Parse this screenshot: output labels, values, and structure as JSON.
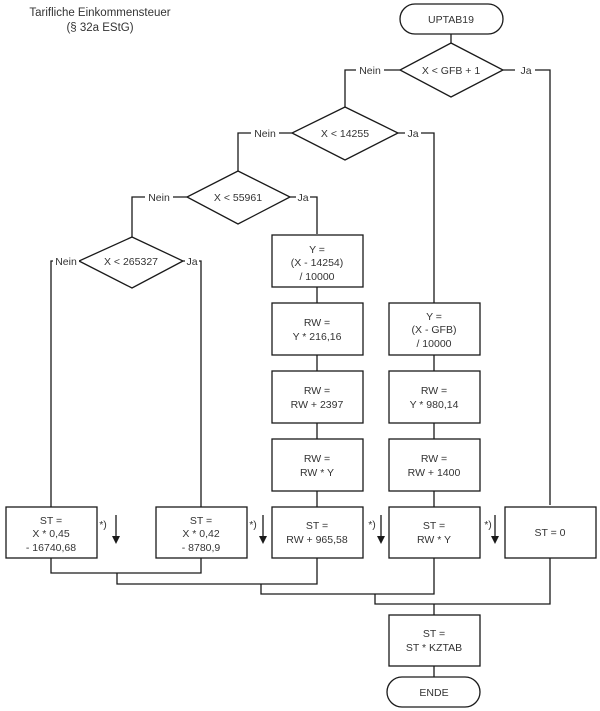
{
  "title": {
    "line1": "Tarifliche Einkommensteuer",
    "line2": "(§ 32a EStG)"
  },
  "terminals": {
    "start": "UPTAB19",
    "end": "ENDE"
  },
  "decisions": [
    {
      "id": "d1",
      "condition": "X < GFB + 1",
      "no_label": "Nein",
      "yes_label": "Ja"
    },
    {
      "id": "d2",
      "condition": "X < 14255",
      "no_label": "Nein",
      "yes_label": "Ja"
    },
    {
      "id": "d3",
      "condition": "X < 55961",
      "no_label": "Nein",
      "yes_label": "Ja"
    },
    {
      "id": "d4",
      "condition": "X < 265327",
      "no_label": "Nein",
      "yes_label": "Ja"
    }
  ],
  "processes": {
    "zone2_y": [
      "Y =",
      "(X - 14254)",
      "/ 10000"
    ],
    "zone2_rw1": [
      "RW =",
      "Y * 216,16"
    ],
    "zone2_rw2": [
      "RW =",
      "RW + 2397"
    ],
    "zone2_rw3": [
      "RW =",
      "RW * Y"
    ],
    "zone1_y": [
      "Y =",
      "(X - GFB)",
      "/ 10000"
    ],
    "zone1_rw1": [
      "RW =",
      "Y * 980,14"
    ],
    "zone1_rw2": [
      "RW =",
      "RW + 1400"
    ]
  },
  "results": [
    {
      "id": "st45",
      "lines": [
        "ST =",
        "X * 0,45",
        "- 16740,68"
      ]
    },
    {
      "id": "st42",
      "lines": [
        "ST =",
        "X * 0,42",
        "- 8780,9"
      ]
    },
    {
      "id": "stz2",
      "lines": [
        "ST =",
        "RW + 965,58"
      ]
    },
    {
      "id": "stz1",
      "lines": [
        "ST =",
        "RW * Y"
      ]
    },
    {
      "id": "st0",
      "lines": [
        "ST = 0"
      ]
    }
  ],
  "footnote_marker": "*)",
  "final": [
    "ST =",
    "ST * KZTAB"
  ]
}
